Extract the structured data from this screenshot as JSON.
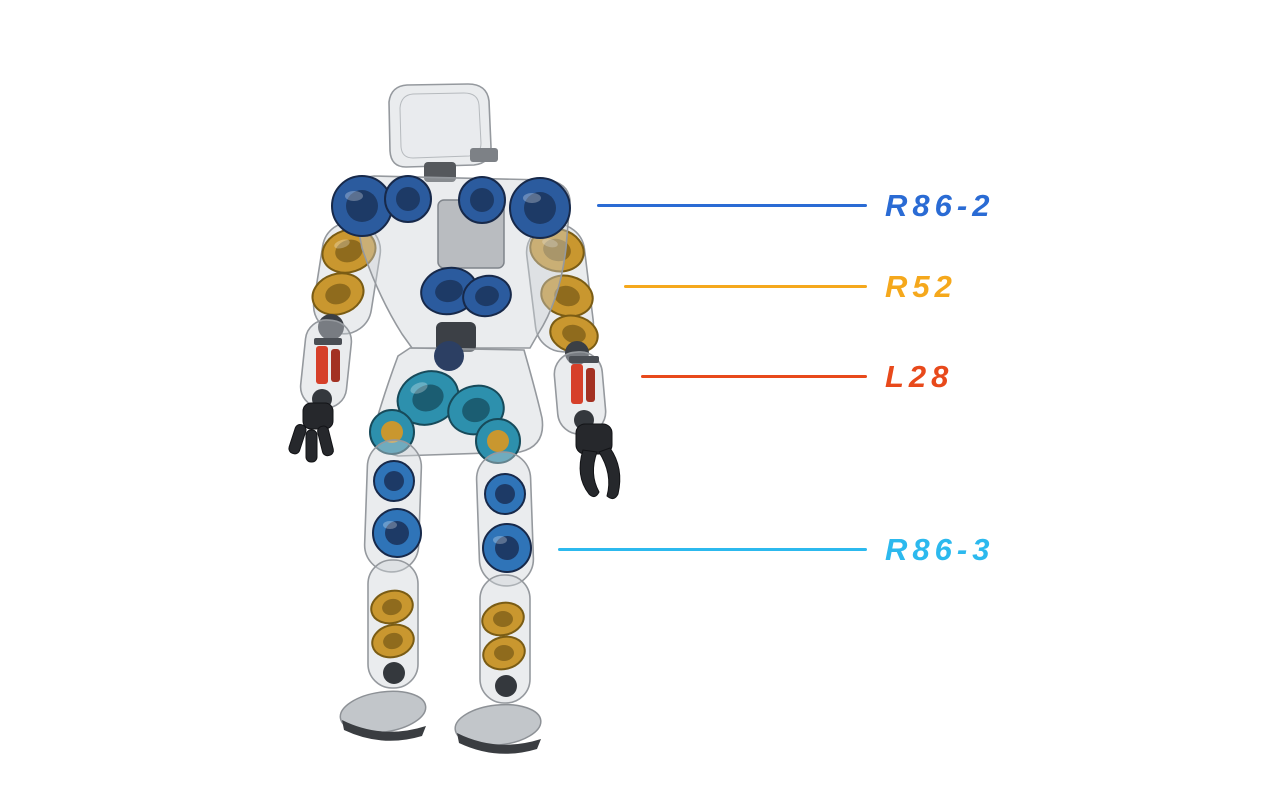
{
  "figure": {
    "type": "annotated-illustration",
    "subject": "Humanoid robot rear view with translucent shell revealing internal actuators",
    "background": "#ffffff",
    "callouts": [
      {
        "label": "R86-2",
        "color": "#2a6bd4"
      },
      {
        "label": "R52",
        "color": "#f5a81c"
      },
      {
        "label": "L28",
        "color": "#e8491b"
      },
      {
        "label": "R86-3",
        "color": "#2cb9ee"
      }
    ],
    "palette": {
      "motor_blue": "#2b5b9e",
      "motor_blue_dark": "#1d3a66",
      "motor_gold": "#c9972f",
      "motor_gold_dark": "#8f6b1d",
      "motor_teal": "#2d90ad",
      "motor_teal_dark": "#1b5d72",
      "knee_blue": "#2f74b8",
      "actuator_red": "#d6402a",
      "actuator_red_dark": "#a33122",
      "hand_dark": "#26282c"
    }
  }
}
